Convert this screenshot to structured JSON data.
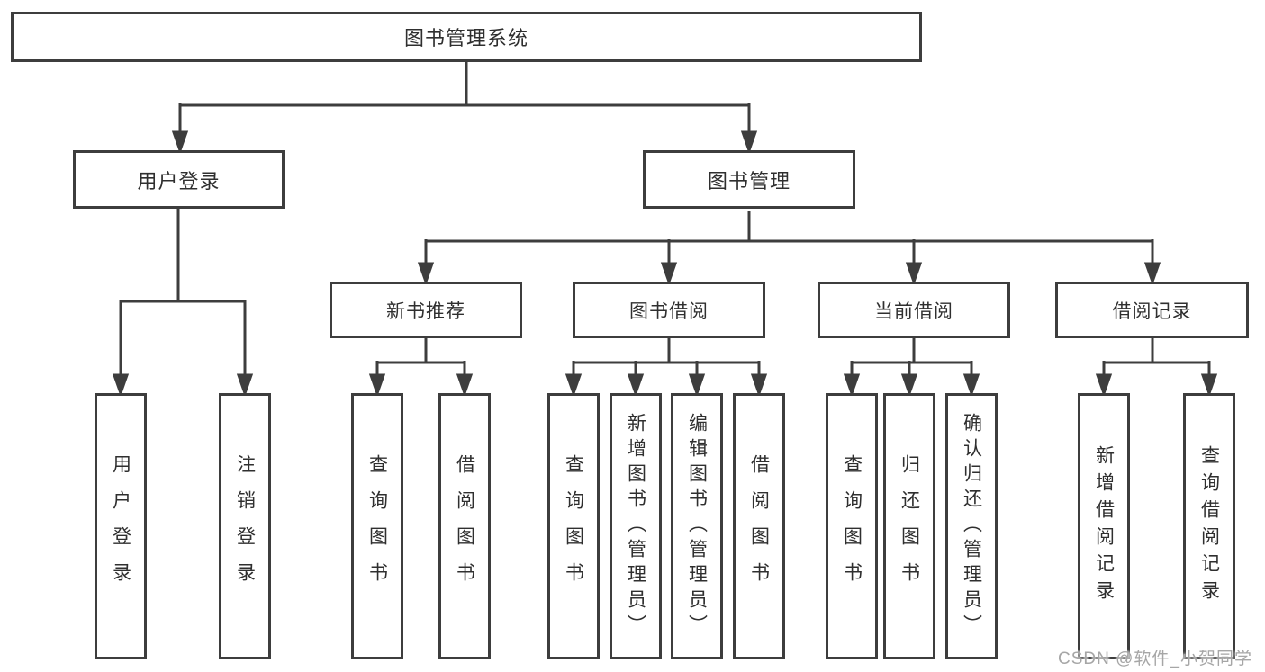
{
  "diagram": {
    "root": {
      "label": "图书管理系统"
    },
    "level2": [
      {
        "label": "用户登录"
      },
      {
        "label": "图书管理"
      }
    ],
    "level3": [
      {
        "label": "新书推荐"
      },
      {
        "label": "图书借阅"
      },
      {
        "label": "当前借阅"
      },
      {
        "label": "借阅记录"
      }
    ],
    "leaves_login": [
      {
        "label": "用户登录"
      },
      {
        "label": "注销登录"
      }
    ],
    "leaves_recommend": [
      {
        "label": "查询图书"
      },
      {
        "label": "借阅图书"
      }
    ],
    "leaves_borrow": [
      {
        "label": "查询图书"
      },
      {
        "label": "新增图书（管理员）"
      },
      {
        "label": "编辑图书（管理员）"
      },
      {
        "label": "借阅图书"
      }
    ],
    "leaves_current": [
      {
        "label": "查询图书"
      },
      {
        "label": "归还图书"
      },
      {
        "label": "确认归还（管理员）"
      }
    ],
    "leaves_records": [
      {
        "label": "新增借阅记录"
      },
      {
        "label": "查询借阅记录"
      }
    ],
    "watermark": "CSDN @软件_小贺同学",
    "colors": {
      "line": "#3d3d3d",
      "border": "#3d3d3d",
      "text": "#2f2f2f",
      "watermark": "#a6a6a6",
      "background": "#ffffff"
    }
  }
}
